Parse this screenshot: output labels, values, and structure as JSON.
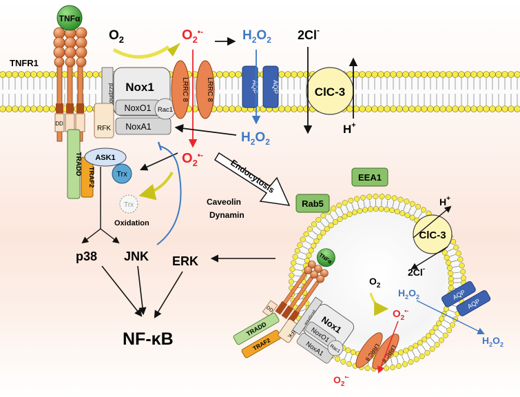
{
  "labels": {
    "tnfa": "TNFα",
    "tnfr1": "TNFR1",
    "o2": "O",
    "o2_sub": "2",
    "superoxide": "O",
    "superoxide_sub": "2",
    "superoxide_sup": "•-",
    "h2o2": "H",
    "h2o2_parts": [
      "H",
      "2",
      "O",
      "2"
    ],
    "two_cl": "2Cl",
    "cl_sup": "-",
    "h_plus": "H",
    "plus_sup": "+",
    "clc3": "ClC-3",
    "aqp": "AQP",
    "nox1": "Nox1",
    "p22phox": "p22phox",
    "noxo1": "NoxO1",
    "rac1": "Rac1",
    "noxa1": "NoxA1",
    "lrrc8": "LRRC 8",
    "dd": "DD",
    "rfk": "RFK",
    "tradd": "TRADD",
    "traf2": "TRAF2",
    "ask1": "ASK1",
    "trx": "Trx",
    "oxidation": "Oxidation",
    "p38": "p38",
    "jnk": "JNK",
    "erk": "ERK",
    "nfkb": "NF-κB",
    "endocytosis": "Endocytosis",
    "caveolin": "Caveolin",
    "dynamin": "Dynamin",
    "rab5": "Rab5",
    "eea1": "EEA1",
    "tnfa_small": "TNFα"
  },
  "colors": {
    "red": "#e8262b",
    "blue": "#3f78c3",
    "membrane_head": "#f6ea4a",
    "aqp": "#3d63b0",
    "lrrc8": "#e98350",
    "clc3": "#fdf5b8",
    "nox_gray": "#e3e3e3",
    "tnfa_green": "#4db848",
    "receptor_orange": "#e78a4d",
    "receptor_brown": "#a94a1c",
    "tradd_green": "#b6dc98",
    "traf2_orange": "#f2a427",
    "ask1": "#d4e3f5",
    "trx": "#5aa7d6",
    "rab5": "#8ac26a",
    "eea1": "#8ac26a"
  }
}
